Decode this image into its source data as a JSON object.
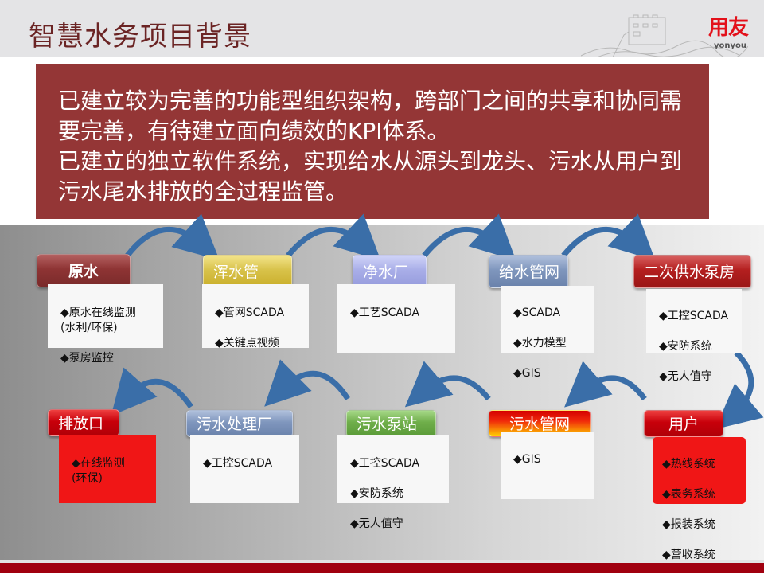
{
  "header": {
    "title": "智慧水务项目背景",
    "logo": {
      "mark": "用友",
      "sub": "yonyou",
      "icon": "great-wall-icon",
      "brand_color": "#e3101a"
    }
  },
  "intro": {
    "background_color": "#943636",
    "paragraphs": [
      "已建立较为完善的功能型组织架构，跨部门之间的共享和协同需要完善，有待建立面向绩效的KPI体系。",
      "已建立的独立软件系统，实现给水从源头到龙头、污水从用户到污水尾水排放的全过程监管。"
    ]
  },
  "flow": {
    "arrow_color": "#3a6ea8",
    "top_row": [
      {
        "label": "原水",
        "color": "#8e3434",
        "items": [
          "◆原水在线监测\n(水利/环保)",
          "◆泵房监控"
        ]
      },
      {
        "label": "浑水管",
        "color": "#d8c24a",
        "items": [
          "◆管网SCADA",
          "◆关键点视频"
        ]
      },
      {
        "label": "净水厂",
        "color": "#a9aee8",
        "items": [
          "◆工艺SCADA"
        ]
      },
      {
        "label": "给水管网",
        "color": "#7f96bd",
        "items": [
          "◆SCADA",
          "◆水力模型",
          "◆GIS"
        ]
      },
      {
        "label": "二次供水泵房",
        "color": "#b41f1f",
        "items": [
          "◆工控SCADA",
          "◆安防系统",
          "◆无人值守"
        ]
      }
    ],
    "bottom_row": [
      {
        "label": "排放口",
        "color": "#c8000a",
        "items": [
          "◆在线监测\n(环保)"
        ]
      },
      {
        "label": "污水处理厂",
        "color": "#7f96bd",
        "items": [
          "◆工控SCADA"
        ]
      },
      {
        "label": "污水泵站",
        "color": "#6fae4a",
        "items": [
          "◆工控SCADA",
          "◆安防系统",
          "◆无人值守"
        ]
      },
      {
        "label": "污水管网",
        "color": "#e82a0a",
        "items": [
          "◆GIS"
        ]
      },
      {
        "label": "用户",
        "color": "#c8000a",
        "items": [
          "◆热线系统",
          "◆表务系统",
          "◆报装系统",
          "◆营收系统"
        ]
      }
    ]
  }
}
